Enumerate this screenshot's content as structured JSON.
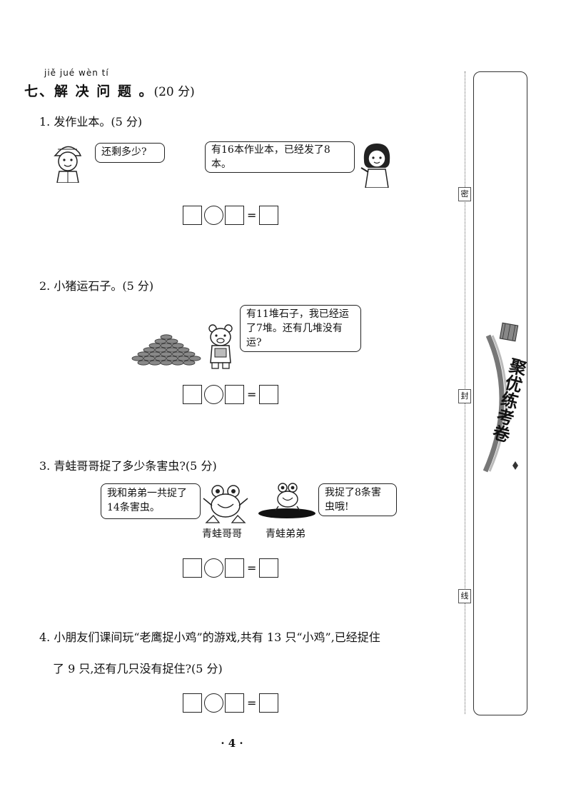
{
  "section": {
    "pinyin": "jiě jué wèn tí",
    "title": "七、解 决 问 题 。",
    "score": "(20 分)"
  },
  "questions": [
    {
      "text": "1. 发作业本。(5 分)",
      "bubble_boy": "还剩多少?",
      "bubble_girl": "有16本作业本，已经发了8本。"
    },
    {
      "text": "2. 小猪运石子。(5 分)",
      "bubble_pig": "有11堆石子，我已经运了7堆。还有几堆没有运?"
    },
    {
      "text": "3. 青蛙哥哥捉了多少条害虫?(5 分)",
      "bubble_left": "我和弟弟一共捉了14条害虫。",
      "bubble_right": "我捉了8条害虫哦!",
      "caption_left": "青蛙哥哥",
      "caption_right": "青蛙弟弟"
    },
    {
      "line1": "4. 小朋友们课间玩“老鹰捉小鸡”的游戏,共有 13 只“小鸡”,已经捉住",
      "line2": "了 9 只,还有几只没有捉住?(5 分)"
    }
  ],
  "equation_sign": "=",
  "page_number": "· 4 ·",
  "side": {
    "title": "聚优练考卷",
    "markers": [
      "密",
      "封",
      "线"
    ]
  }
}
